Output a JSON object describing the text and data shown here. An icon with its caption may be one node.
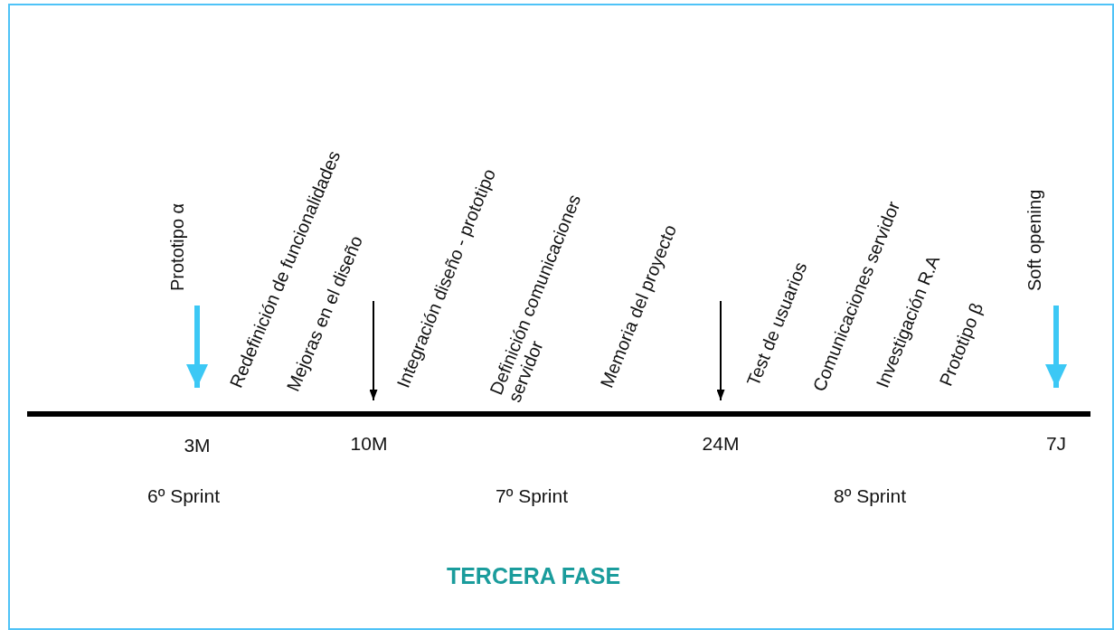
{
  "diagram": {
    "title": "TERCERA FASE",
    "nodes": [
      {
        "text": [
          "Prototipo α"
        ]
      },
      {
        "text": [
          "Soft opening"
        ]
      },
      {
        "text": [],
        "shape": "bar"
      }
    ],
    "edges": [
      {
        "from": 0,
        "to": 2,
        "arrow": "to",
        "style": "thick",
        "color": "#3cc8f5"
      },
      {
        "from": null,
        "to": 2,
        "arrow": "to",
        "color": "#000000"
      },
      {
        "from": null,
        "to": 2,
        "arrow": "to",
        "color": "#000000"
      },
      {
        "from": 1,
        "to": 2,
        "arrow": "to",
        "style": "thick",
        "color": "#3cc8f5"
      }
    ],
    "labels": [
      "Redefinición de funcionalidades",
      "Mejoras en el diseño",
      "Integración diseño - prototipo",
      "Definición comunicaciones servidor",
      "Memoria del proyecto",
      "Test de usuarios",
      "Comunicaciones servidor",
      "Investigación R.A",
      "Prototipo β",
      "3M",
      "10M",
      "24M",
      "7J",
      "6º Sprint",
      "7º Sprint",
      "8º Sprint"
    ]
  }
}
